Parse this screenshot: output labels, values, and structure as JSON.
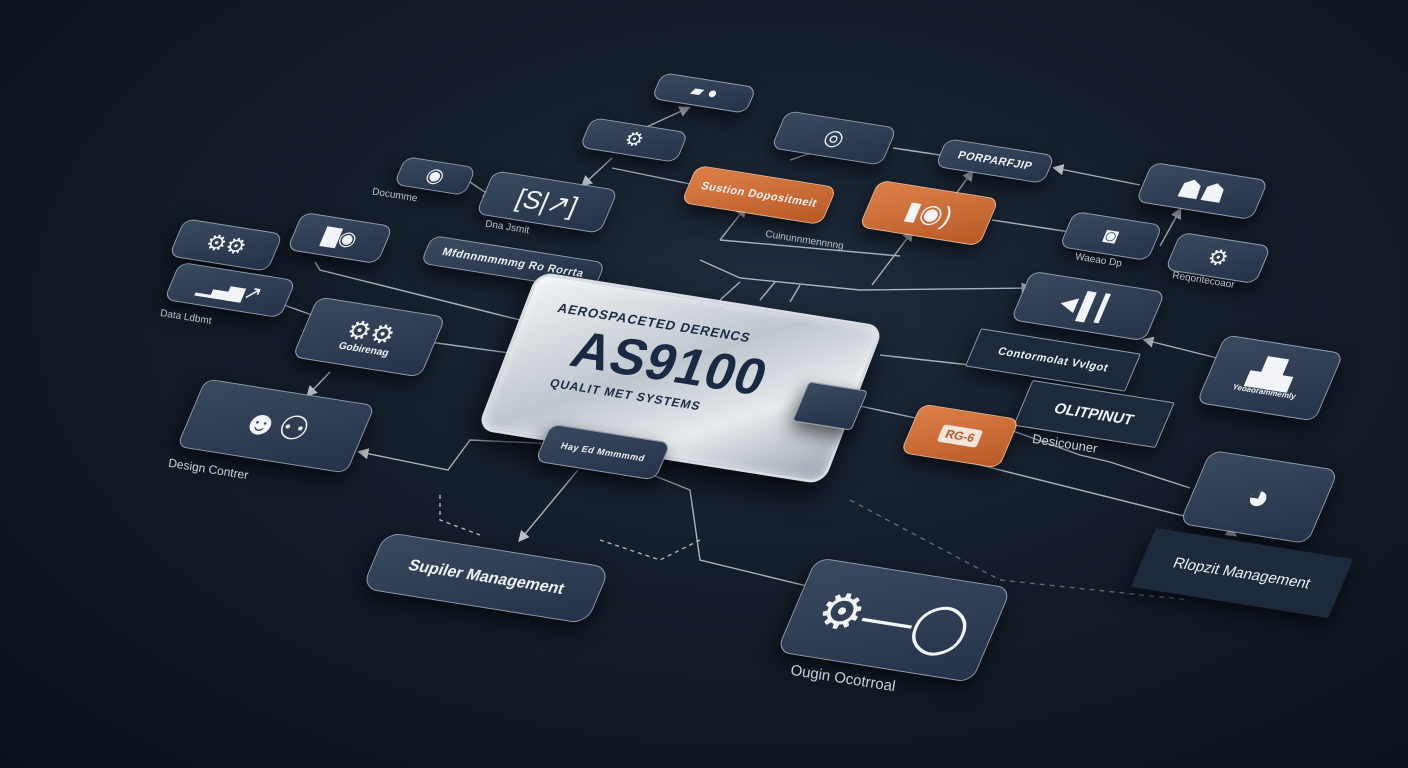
{
  "core": {
    "line1": "AEROSPACETED DERENCS",
    "title": "AS9100",
    "line2": "QUALIT MET SYSTEMS"
  },
  "nodes": {
    "top_icon": "⚙",
    "porparfjip": "PORPARFJIP",
    "system_doc": "Sustion Dopositmeit",
    "system_doc_caption": "Cuinunnmennnng",
    "documme_caption": "Documme",
    "data_sheet_caption": "Dna Jsmit",
    "long_label": "Mfdnnmmmmg   Ro Rorrta",
    "data_caption": "Data Ldbmt",
    "gears_caption": "Gobirenag",
    "design_control_caption": "Design Contrer",
    "core_sub_label": "Hay Ed Mmmmmd",
    "supplier_management": "Supiler Management",
    "design_gear_caption": "Ougin Ocotrroal",
    "camera_caption": "Waeao Dp",
    "gear_right_caption": "Reqoritecoaor",
    "contormolat": "Contormolat Vvlgot",
    "robot_caption": "Yeoaorammemly",
    "olitpinut": "OLITPINUT",
    "desicouner": "Desicouner",
    "orange_code": "RG-6",
    "report_management": "Rlopzit Management"
  },
  "colors": {
    "accent": "#d4743c",
    "node": "#2f3d52",
    "line": "#c9d2dc"
  }
}
